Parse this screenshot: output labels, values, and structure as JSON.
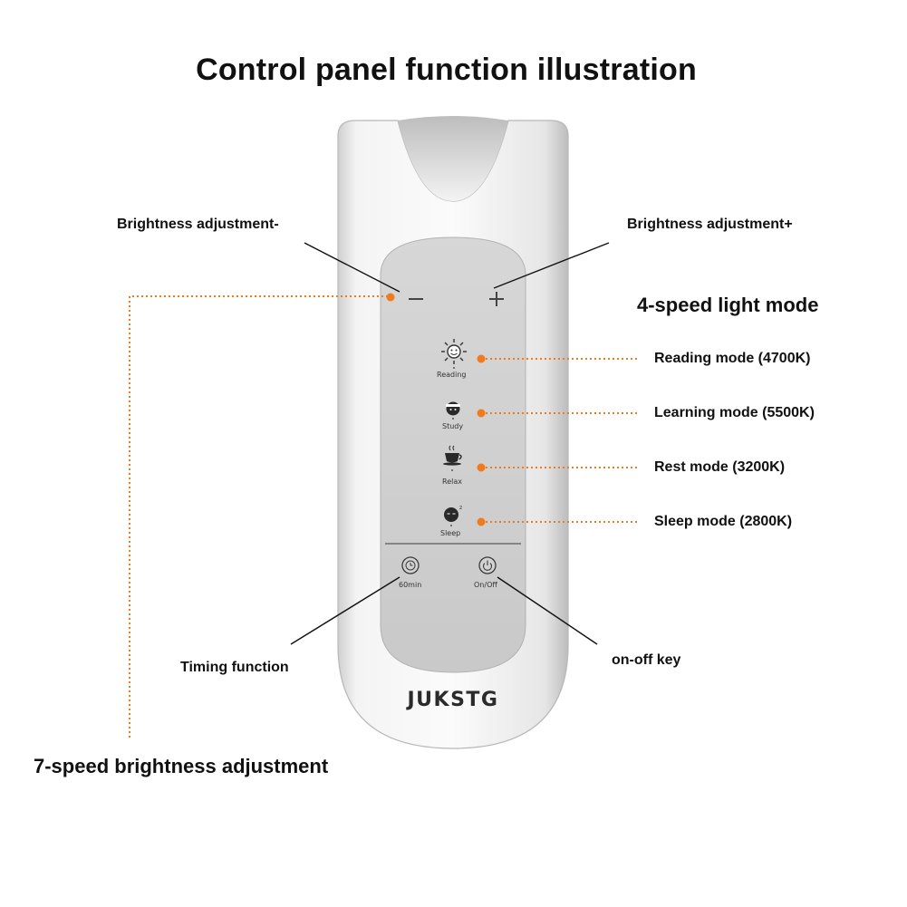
{
  "title": "Control panel function illustration",
  "device": {
    "brand": "JUKSTG",
    "minus_symbol": "−",
    "plus_symbol": "+",
    "modes": [
      {
        "icon": "sun-face-icon",
        "label": "Reading"
      },
      {
        "icon": "face-with-headband-icon",
        "label": "Study"
      },
      {
        "icon": "coffee-cup-icon",
        "label": "Relax"
      },
      {
        "icon": "sleeping-face-icon",
        "label": "Sleep"
      }
    ],
    "timer_label": "60min",
    "power_label": "On/Off"
  },
  "callouts": {
    "brightness_minus": "Brightness adjustment-",
    "brightness_plus": "Brightness adjustment+",
    "light_mode_heading": "4-speed light mode",
    "reading": "Reading mode (4700K)",
    "learning": "Learning mode (5500K)",
    "rest": "Rest mode (3200K)",
    "sleep": "Sleep mode (2800K)",
    "timing": "Timing function",
    "onoff": "on-off key",
    "brightness_steps": "7-speed brightness adjustment"
  },
  "colors": {
    "accent": "#f07a1e",
    "leader_line": "#111111",
    "device_body": "#eeeeee",
    "panel": "#cfcfcf"
  }
}
